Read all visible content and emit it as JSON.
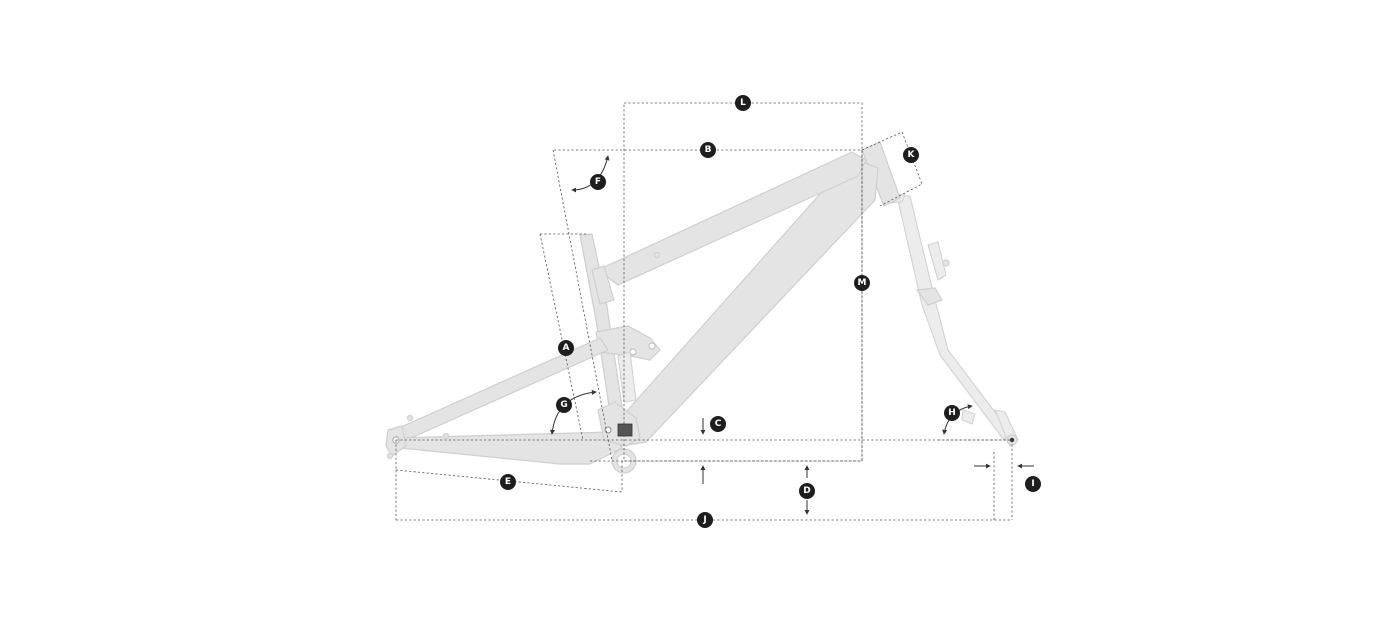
{
  "diagram": {
    "labels": {
      "A": "A",
      "B": "B",
      "C": "C",
      "D": "D",
      "E": "E",
      "F": "F",
      "G": "G",
      "H": "H",
      "I": "I",
      "J": "J",
      "K": "K",
      "L": "L",
      "M": "M"
    },
    "colors": {
      "frame": "#e4e4e4",
      "frame_outline": "#cfcfcf",
      "dimension_lines": "#555555",
      "badge": "#1e1e1e",
      "badge_text": "#ffffff",
      "background": "#ffffff"
    }
  }
}
